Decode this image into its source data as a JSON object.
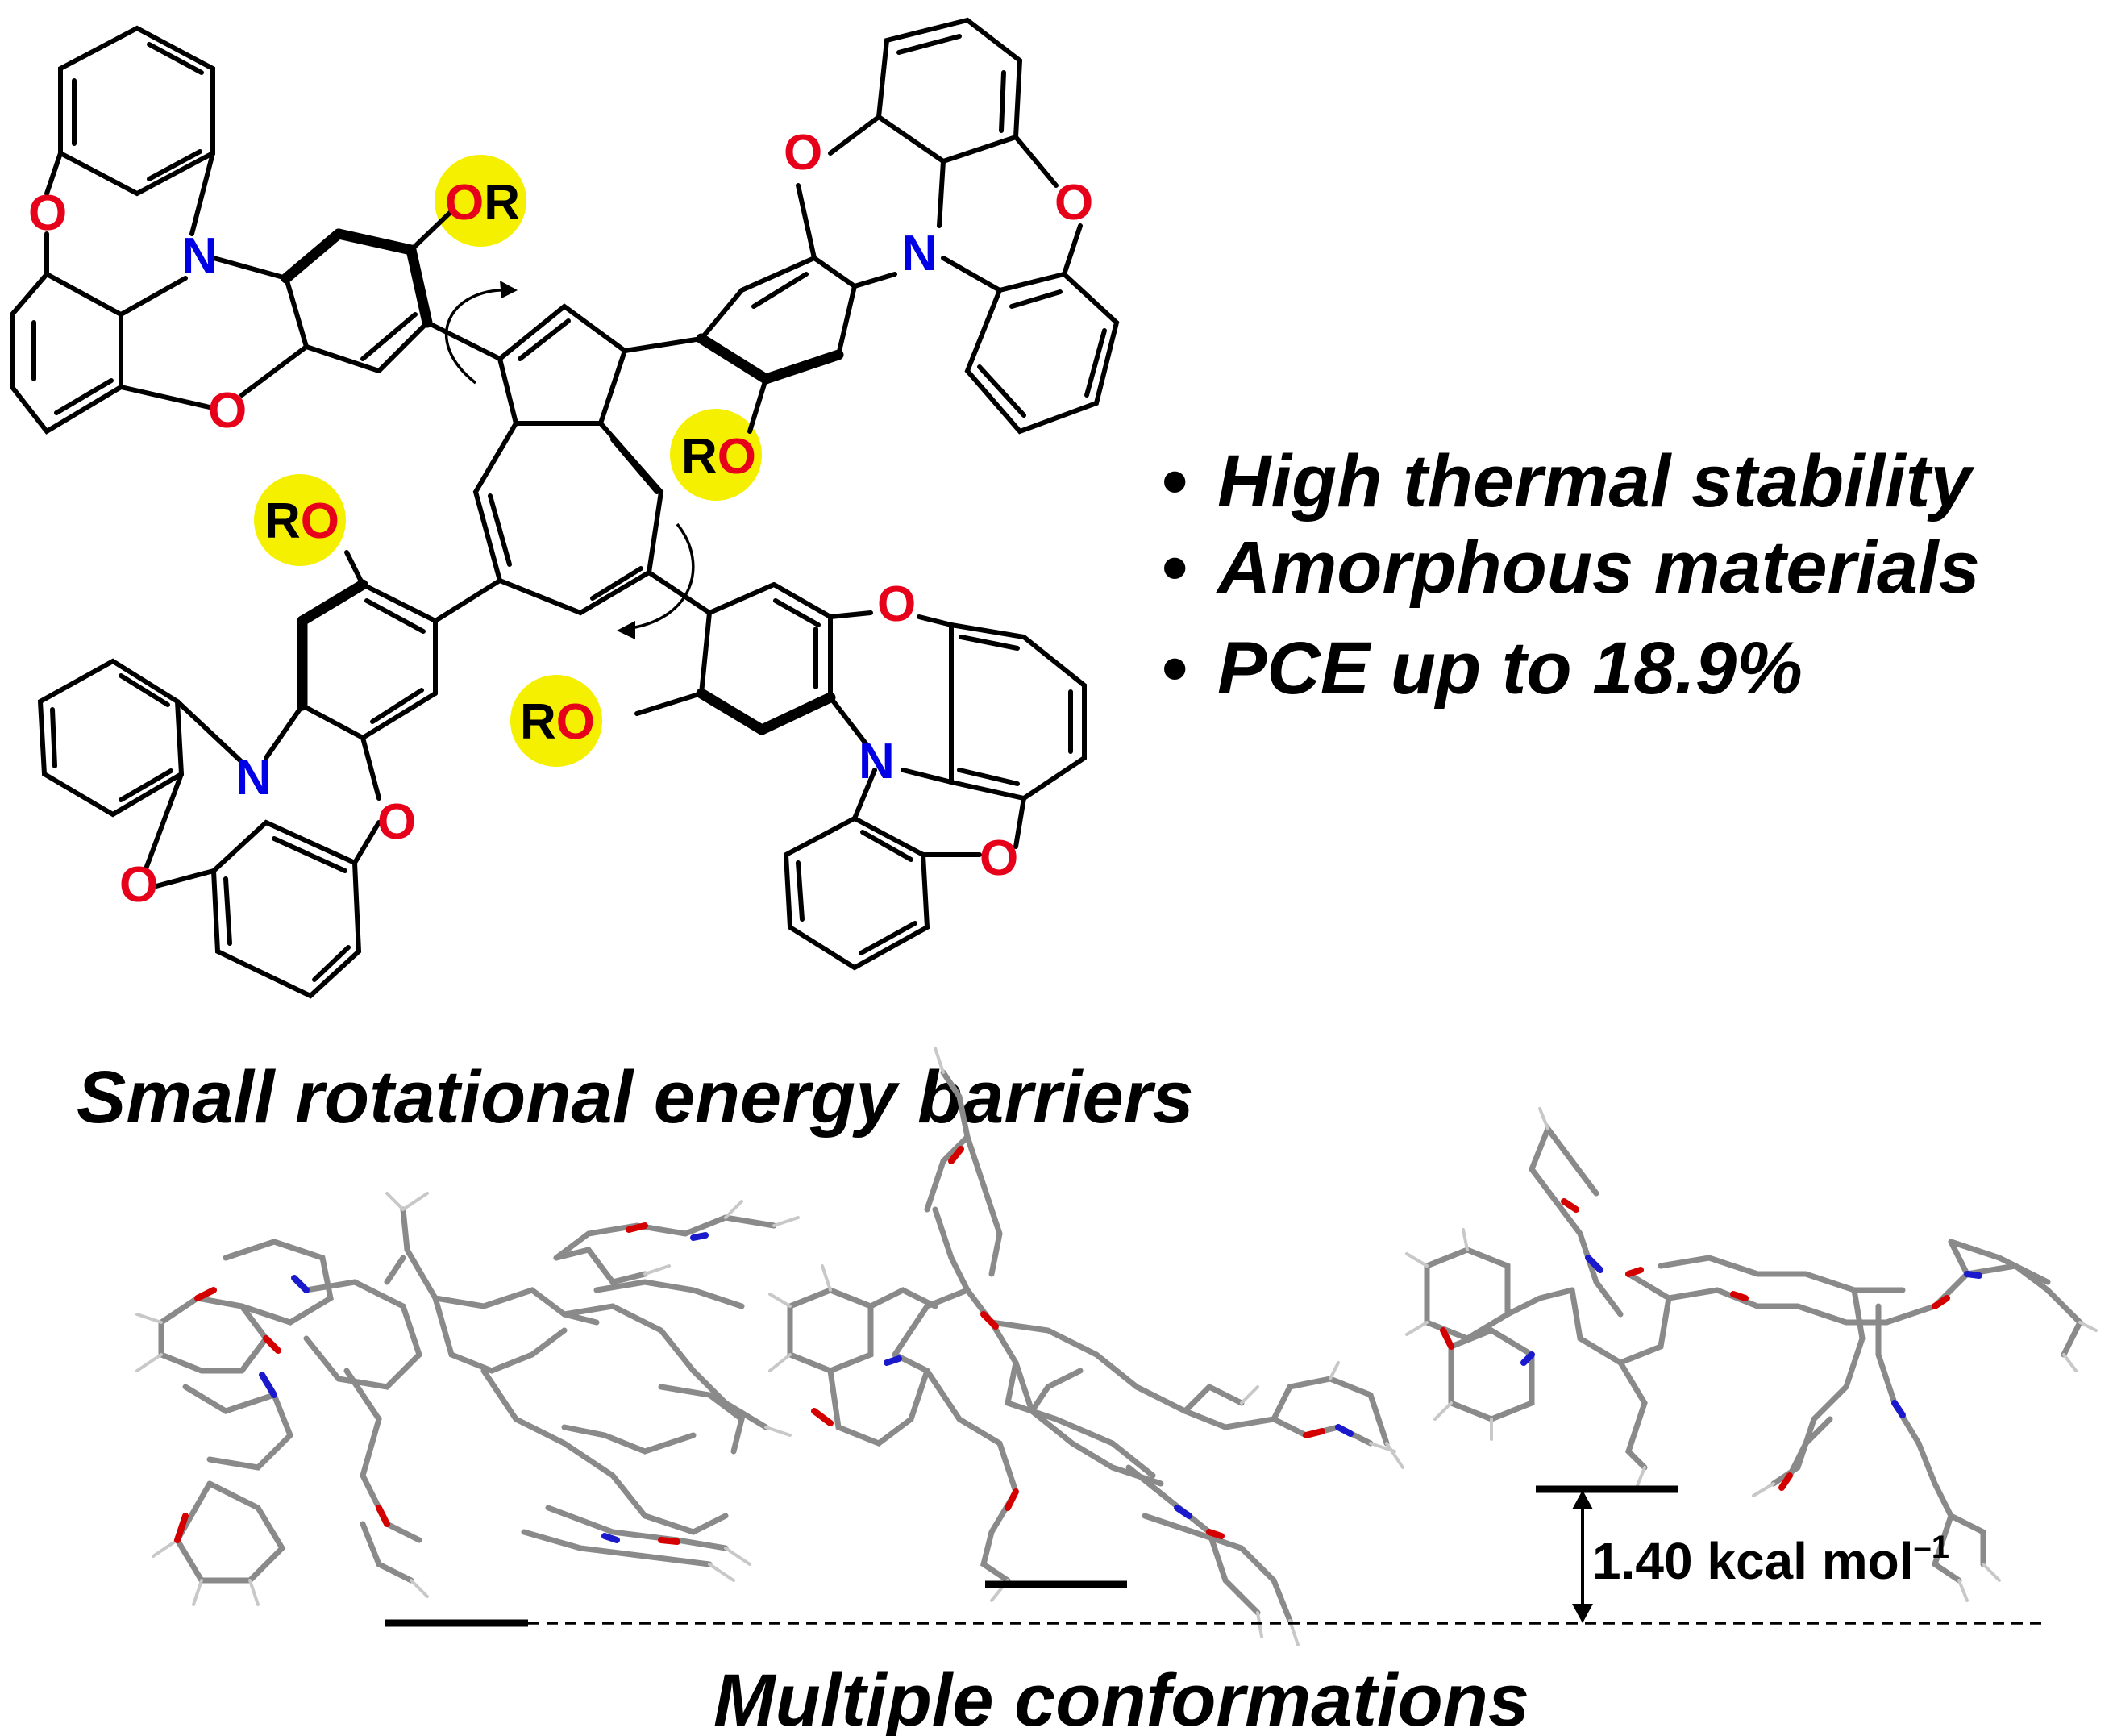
{
  "structure": {
    "atom_labels": {
      "O": "O",
      "N": "N",
      "R": "R",
      "OR": "OR",
      "RO": "RO"
    },
    "colors": {
      "oxygen": "#e6001a",
      "nitrogen": "#0000e6",
      "highlight": "#f5f000",
      "bond": "#000000"
    }
  },
  "bullets": [
    "High thermal stability",
    "Amorphous materials",
    "PCE up to 18.9%"
  ],
  "bullet_glyph": "•",
  "captions": {
    "barriers": "Small rotational energy barriers",
    "conformations": "Multiple conformations"
  },
  "energy": {
    "value": "1.40",
    "unit": "kcal mol",
    "exponent": "–1"
  },
  "conformer_colors": {
    "carbon": "#8a8a8a",
    "hydrogen": "#d0d0d0",
    "oxygen": "#d40000",
    "nitrogen": "#1a1acc"
  }
}
